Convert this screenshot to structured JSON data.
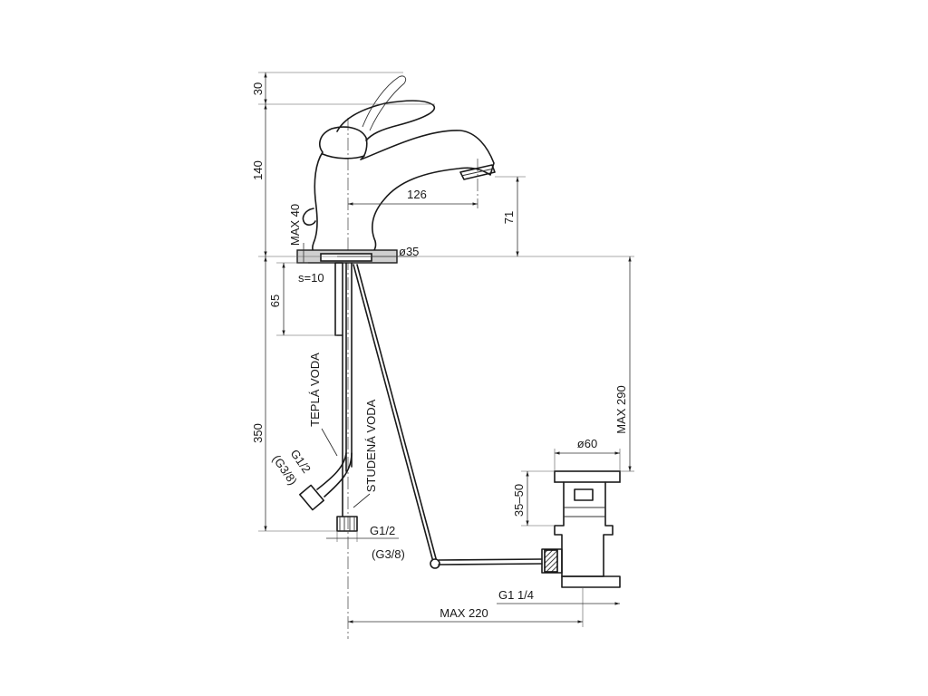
{
  "dimensions": {
    "d30": "30",
    "d140": "140",
    "d126": "126",
    "d71": "71",
    "max40": "MAX 40",
    "dia35": "ø35",
    "s10": "s=10",
    "d65": "65",
    "d350": "350",
    "max290": "MAX 290",
    "dia60": "ø60",
    "d3550": "35–50",
    "max220": "MAX 220"
  },
  "labels": {
    "tepla_voda": "TEPLÁ VODA",
    "studena_voda": "STUDENÁ VODA",
    "g12_left": "G1/2",
    "g38_left": "(G3/8)",
    "g12_right": "G1/2",
    "g38_right": "(G3/8)",
    "g114": "G1 1/4"
  }
}
